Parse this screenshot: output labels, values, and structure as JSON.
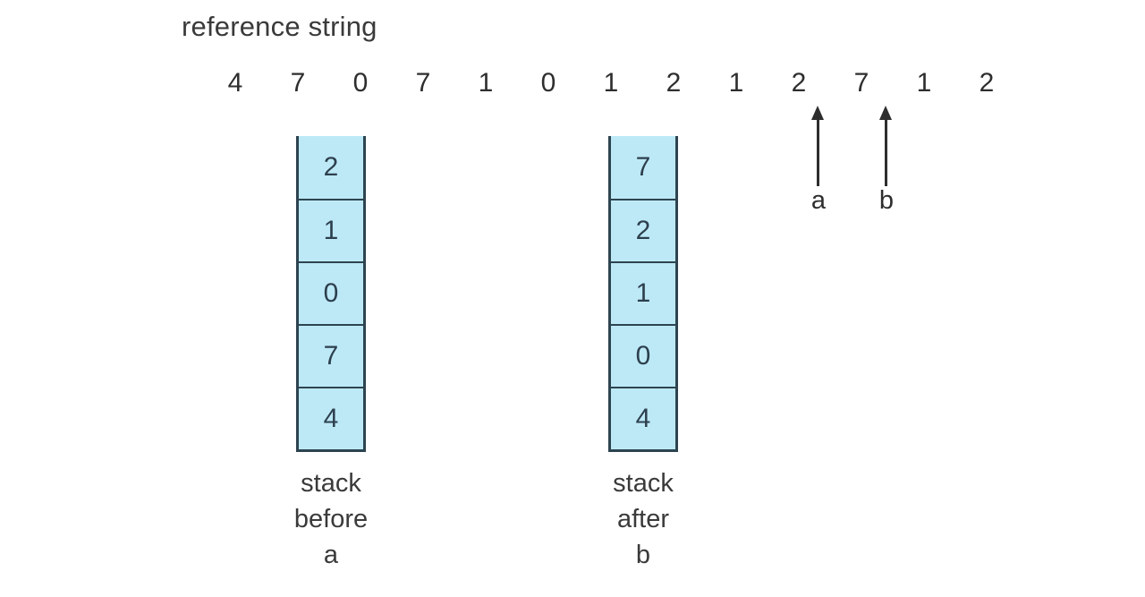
{
  "figure": {
    "title": "reference string",
    "background_color": "#ffffff",
    "box_fill_color": "#bde9f7",
    "box_border_color": "#2d4450",
    "text_color": "#2e2e2e"
  },
  "reference_string": {
    "label": "reference string",
    "values": [
      "4",
      "7",
      "0",
      "7",
      "1",
      "0",
      "1",
      "2",
      "1",
      "2",
      "7",
      "1",
      "2"
    ]
  },
  "pointers": [
    {
      "label": "a",
      "points_after_index": 9
    },
    {
      "label": "b",
      "points_after_index": 10
    }
  ],
  "stacks": [
    {
      "id": "stack-before-a",
      "caption_lines": [
        "stack",
        "before",
        "a"
      ],
      "cells": [
        "2",
        "1",
        "0",
        "7",
        "4"
      ]
    },
    {
      "id": "stack-after-b",
      "caption_lines": [
        "stack",
        "after",
        "b"
      ],
      "cells": [
        "7",
        "2",
        "1",
        "0",
        "4"
      ]
    }
  ]
}
